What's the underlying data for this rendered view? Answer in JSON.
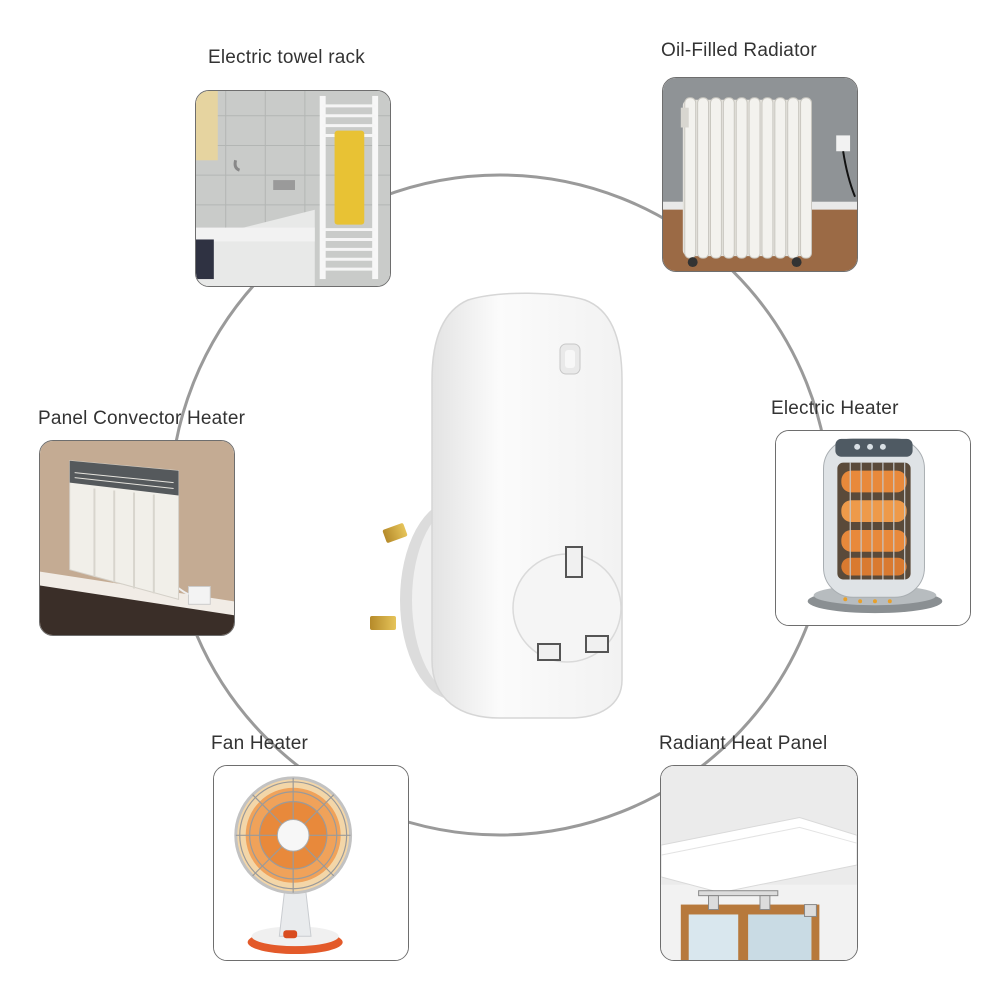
{
  "center_product": {
    "icon": "smart-plug-uk-icon"
  },
  "appliances": [
    {
      "label": "Electric towel rack",
      "icon": "towel-rack-icon"
    },
    {
      "label": "Oil-Filled Radiator",
      "icon": "oil-radiator-icon"
    },
    {
      "label": "Panel Convector Heater",
      "icon": "panel-convector-icon"
    },
    {
      "label": "Electric Heater",
      "icon": "halogen-heater-icon"
    },
    {
      "label": "Fan Heater",
      "icon": "fan-heater-icon"
    },
    {
      "label": "Radiant Heat Panel",
      "icon": "radiant-panel-icon"
    }
  ],
  "colors": {
    "ring": "#9a9a9a",
    "border": "#6e6e6e",
    "heat": "#e8893b"
  }
}
